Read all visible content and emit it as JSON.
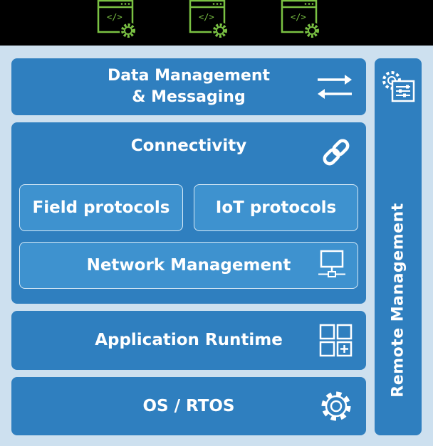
{
  "top_icons": [
    {
      "icon": "code-window-gear-icon",
      "code": "</>"
    },
    {
      "icon": "code-window-gear-icon",
      "code": "</>"
    },
    {
      "icon": "code-window-gear-icon",
      "code": "</>"
    }
  ],
  "layers": {
    "data_management": {
      "line1": "Data Management",
      "line2": "& Messaging",
      "icon": "arrows-exchange-icon"
    },
    "connectivity": {
      "title": "Connectivity",
      "icon": "chain-link-icon",
      "field_protocols": "Field protocols",
      "iot_protocols": "IoT protocols",
      "network_management": "Network Management",
      "network_icon": "network-monitor-icon"
    },
    "application_runtime": {
      "title": "Application Runtime",
      "icon": "app-grid-plus-icon"
    },
    "os_rtos": {
      "title": "OS / RTOS",
      "icon": "gear-icon"
    }
  },
  "remote_management": {
    "title": "Remote Management",
    "icon": "gear-settings-panel-icon"
  },
  "colors": {
    "accent_green": "#7ac143",
    "box_blue": "#2f7fbf",
    "inner_blue": "#3e92cf",
    "panel_bg": "#cde0ef"
  }
}
